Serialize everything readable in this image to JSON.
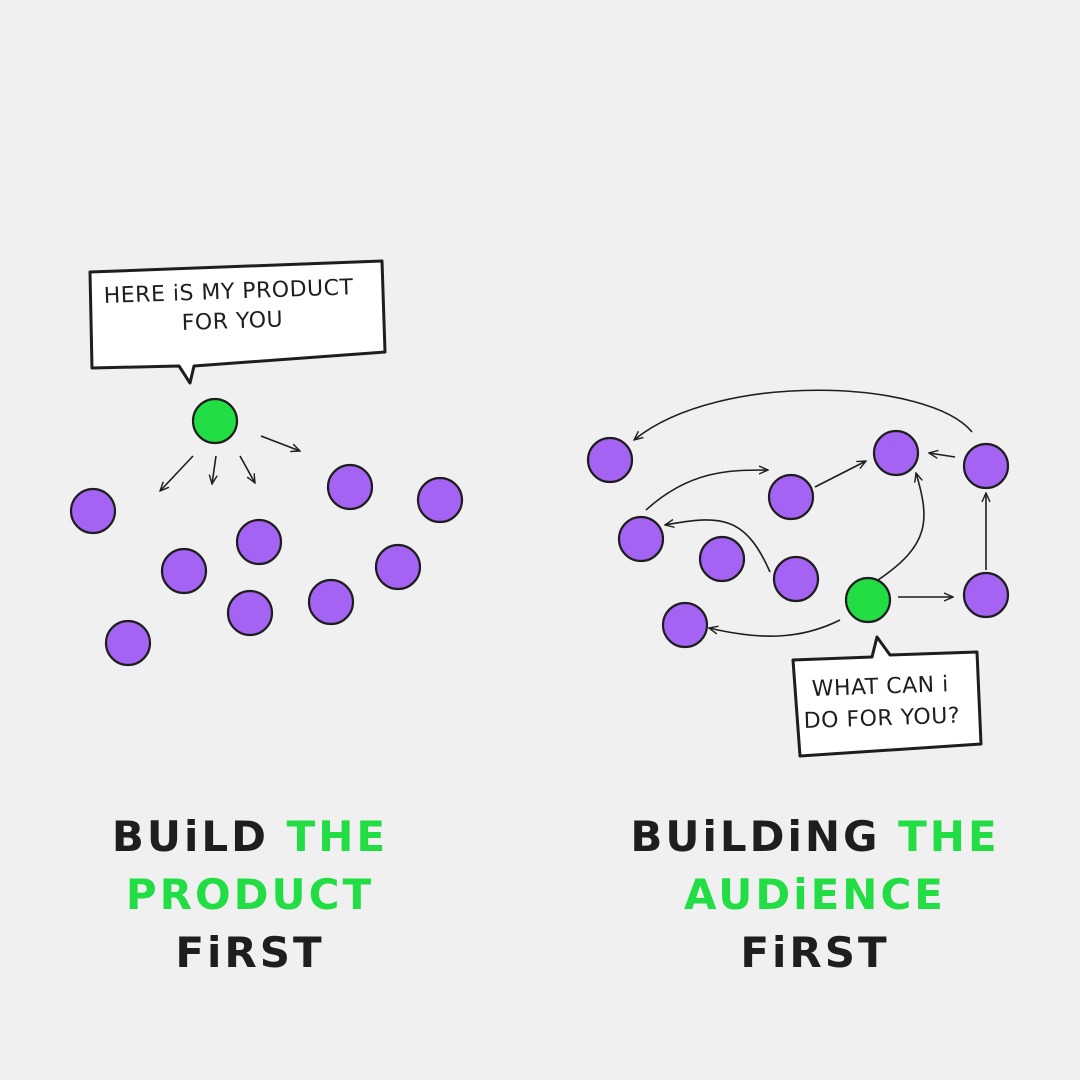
{
  "colors": {
    "background": "#f0f0f0",
    "node": "#a463f2",
    "creator": "#22dd44",
    "ink": "#1e1e1e",
    "bubble_fill": "#ffffff"
  },
  "left_panel": {
    "bubble_lines": [
      "HERE iS MY PRODUCT",
      "FOR YOU"
    ],
    "caption": {
      "line1_dark": "BUiLD ",
      "line1_accent": "THE",
      "line2_accent": "PRODUCT",
      "line3_dark": "FiRST"
    }
  },
  "right_panel": {
    "bubble_lines": [
      "WHAT CAN i",
      "DO FOR YOU?"
    ],
    "caption": {
      "line1_dark": "BUiLDiNG ",
      "line1_accent": "THE",
      "line2_accent": "AUDiENCE",
      "line3_dark": "FiRST"
    }
  }
}
